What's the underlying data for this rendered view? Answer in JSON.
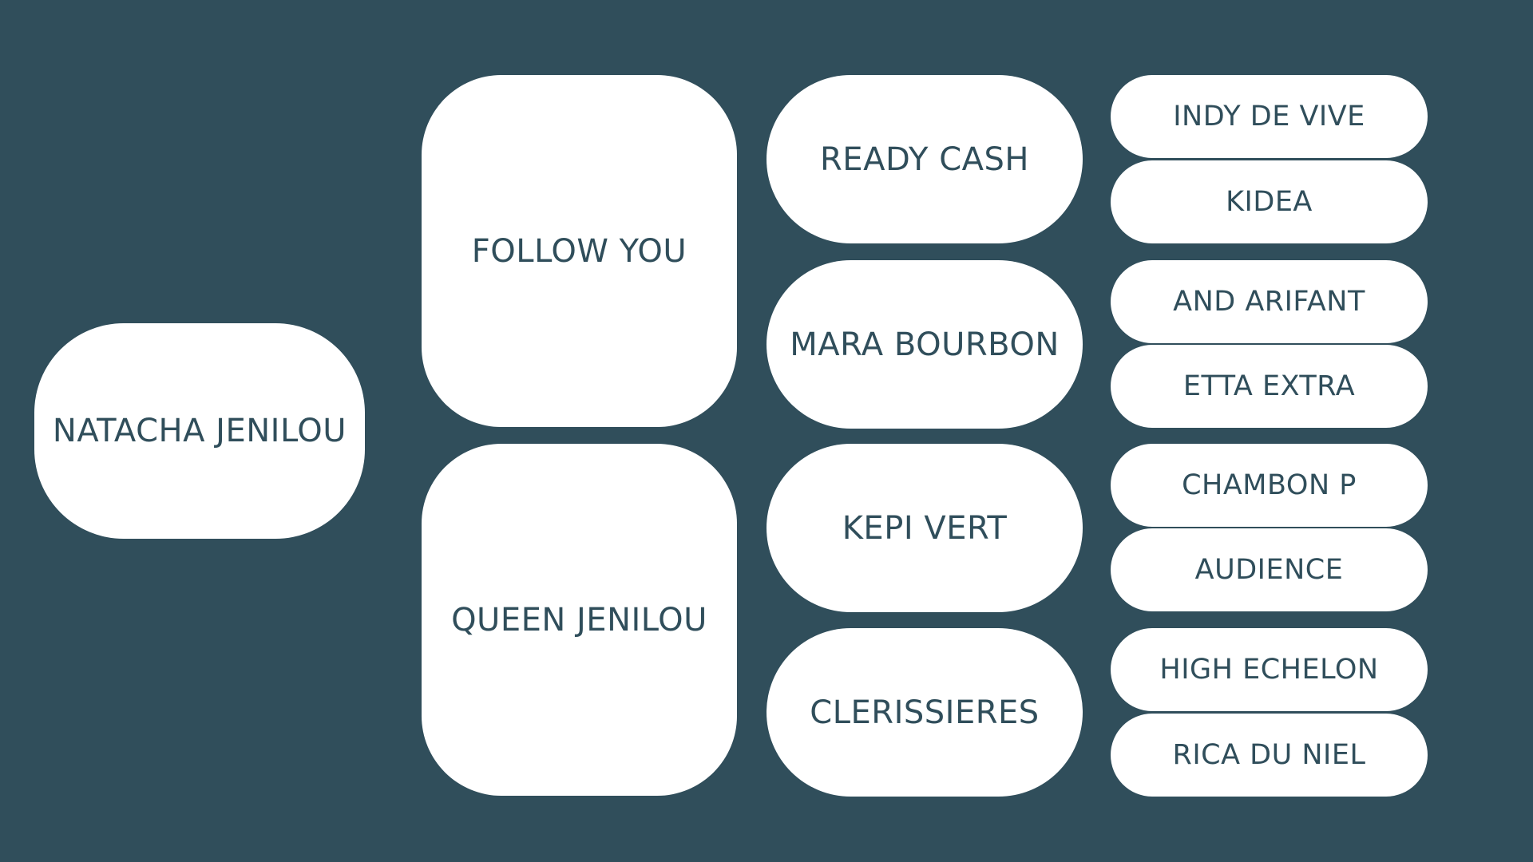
{
  "pedigree": {
    "subject": "NATACHA JENILOU",
    "parents": [
      "FOLLOW YOU",
      "QUEEN JENILOU"
    ],
    "grandparents": [
      "READY CASH",
      "MARA BOURBON",
      "KEPI VERT",
      "CLERISSIERES"
    ],
    "great_grandparents": [
      "INDY DE VIVE",
      "KIDEA",
      "AND ARIFANT",
      "ETTA EXTRA",
      "CHAMBON P",
      "AUDIENCE",
      "HIGH ECHELON",
      "RICA DU NIEL"
    ]
  },
  "colors": {
    "background": "#304e5b",
    "box": "#ffffff",
    "text": "#304e5b"
  }
}
